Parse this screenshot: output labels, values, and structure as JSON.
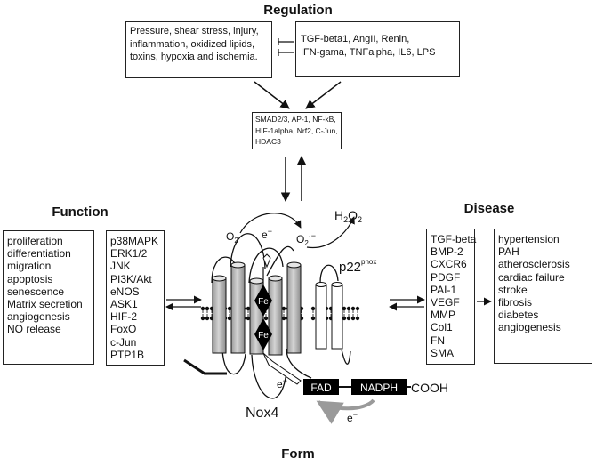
{
  "headings": {
    "regulation": "Regulation",
    "function": "Function",
    "disease": "Disease",
    "form": "Form"
  },
  "stimuli_box": {
    "lines": [
      "Pressure, shear stress, injury,",
      "inflammation, oxidized lipids,",
      "toxins, hypoxia and ischemia."
    ]
  },
  "mediators_box": {
    "lines": [
      "TGF-beta1, AngII, Renin,",
      "IFN-gama, TNFalpha, IL6, LPS"
    ]
  },
  "transcription_box": {
    "lines": [
      "SMAD2/3, AP-1, NF-kB,",
      "HIF-1alpha, Nrf2, C-Jun,",
      "HDAC3"
    ]
  },
  "function_list": {
    "items": [
      "proliferation",
      "differentiation",
      "migration",
      "apoptosis",
      "senescence",
      "Matrix secretion",
      "angiogenesis",
      "NO release"
    ]
  },
  "signaling_list": {
    "items": [
      "p38MAPK",
      "ERK1/2",
      "JNK",
      "PI3K/Akt",
      "eNOS",
      "ASK1",
      "HIF-2",
      "FoxO",
      "c-Jun",
      "PTP1B"
    ]
  },
  "disease_mediators_list": {
    "items": [
      "TGF-beta",
      "BMP-2",
      "CXCR6",
      "PDGF",
      "PAI-1",
      "VEGF",
      "MMP",
      "Col1",
      "FN",
      "SMA"
    ]
  },
  "disease_list": {
    "items": [
      "hypertension",
      "PAH",
      "atherosclerosis",
      "cardiac failure",
      "stroke",
      "fibrosis",
      "diabetes",
      "angiogenesis"
    ]
  },
  "molecule_labels": {
    "o2": "O2",
    "electron": "e-",
    "superoxide": "O2·-",
    "h2o2": "H2O2",
    "p22": "p22",
    "phox": "phox",
    "fe": "Fe",
    "fad": "FAD",
    "nadph": "NADPH",
    "cooh": "COOH",
    "nox4": "Nox4"
  },
  "colors": {
    "helix_fill": "#bdbdbd",
    "line": "#111111",
    "domain_fill": "#000000",
    "domain_text": "#ffffff",
    "arrow_gray": "#9a9a9a"
  }
}
